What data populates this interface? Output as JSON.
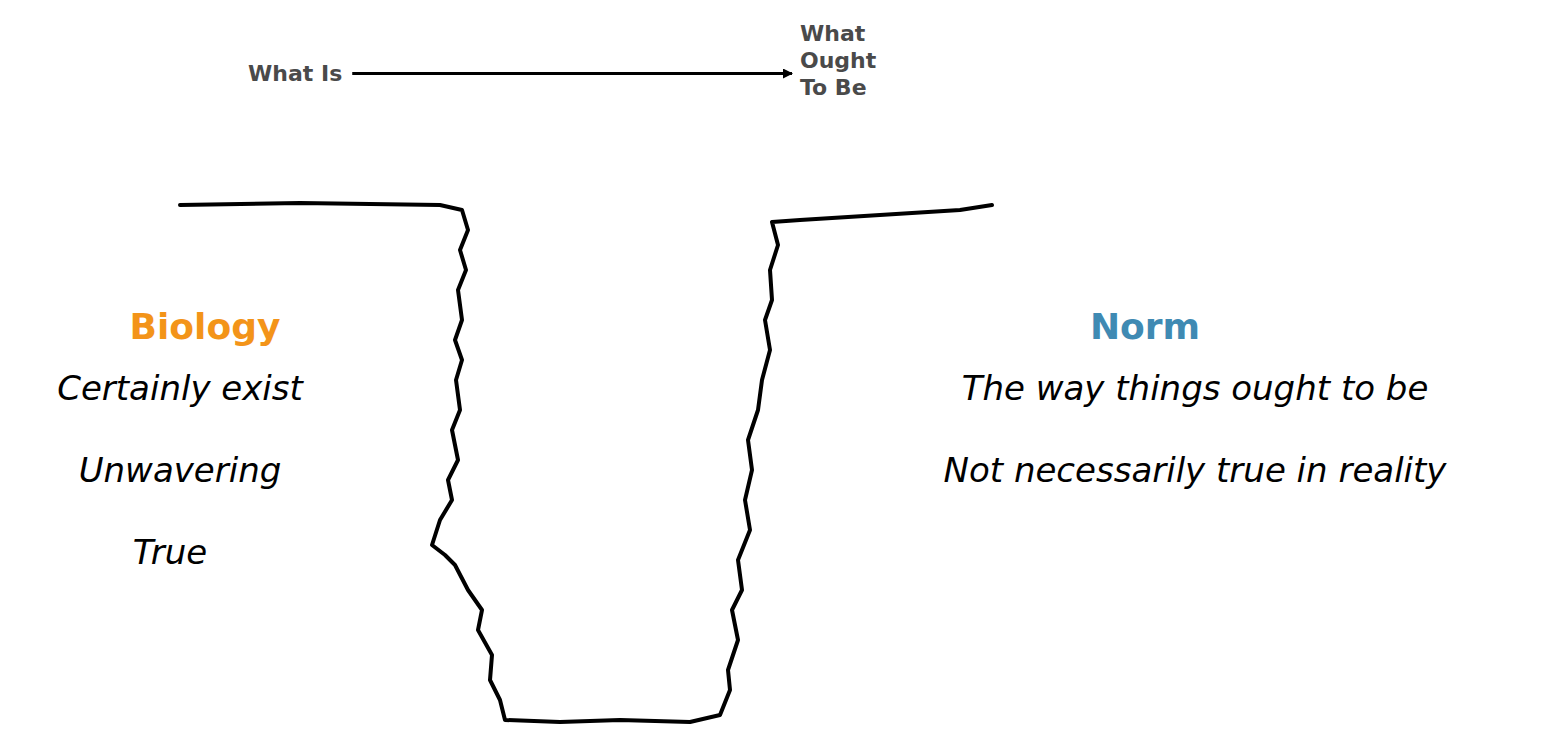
{
  "diagram": {
    "nodes": [
      {
        "text": [
          "What Is"
        ]
      },
      {
        "text": [
          "What Ought To Be"
        ]
      }
    ],
    "edges": [
      {
        "from": 0,
        "to": 1,
        "arrow": "to"
      }
    ],
    "labels": [
      "Biology",
      "Certainly exist",
      "Unwavering",
      "True",
      "Norm",
      "The way things ought to be",
      "Not necessarily true in reality"
    ]
  }
}
